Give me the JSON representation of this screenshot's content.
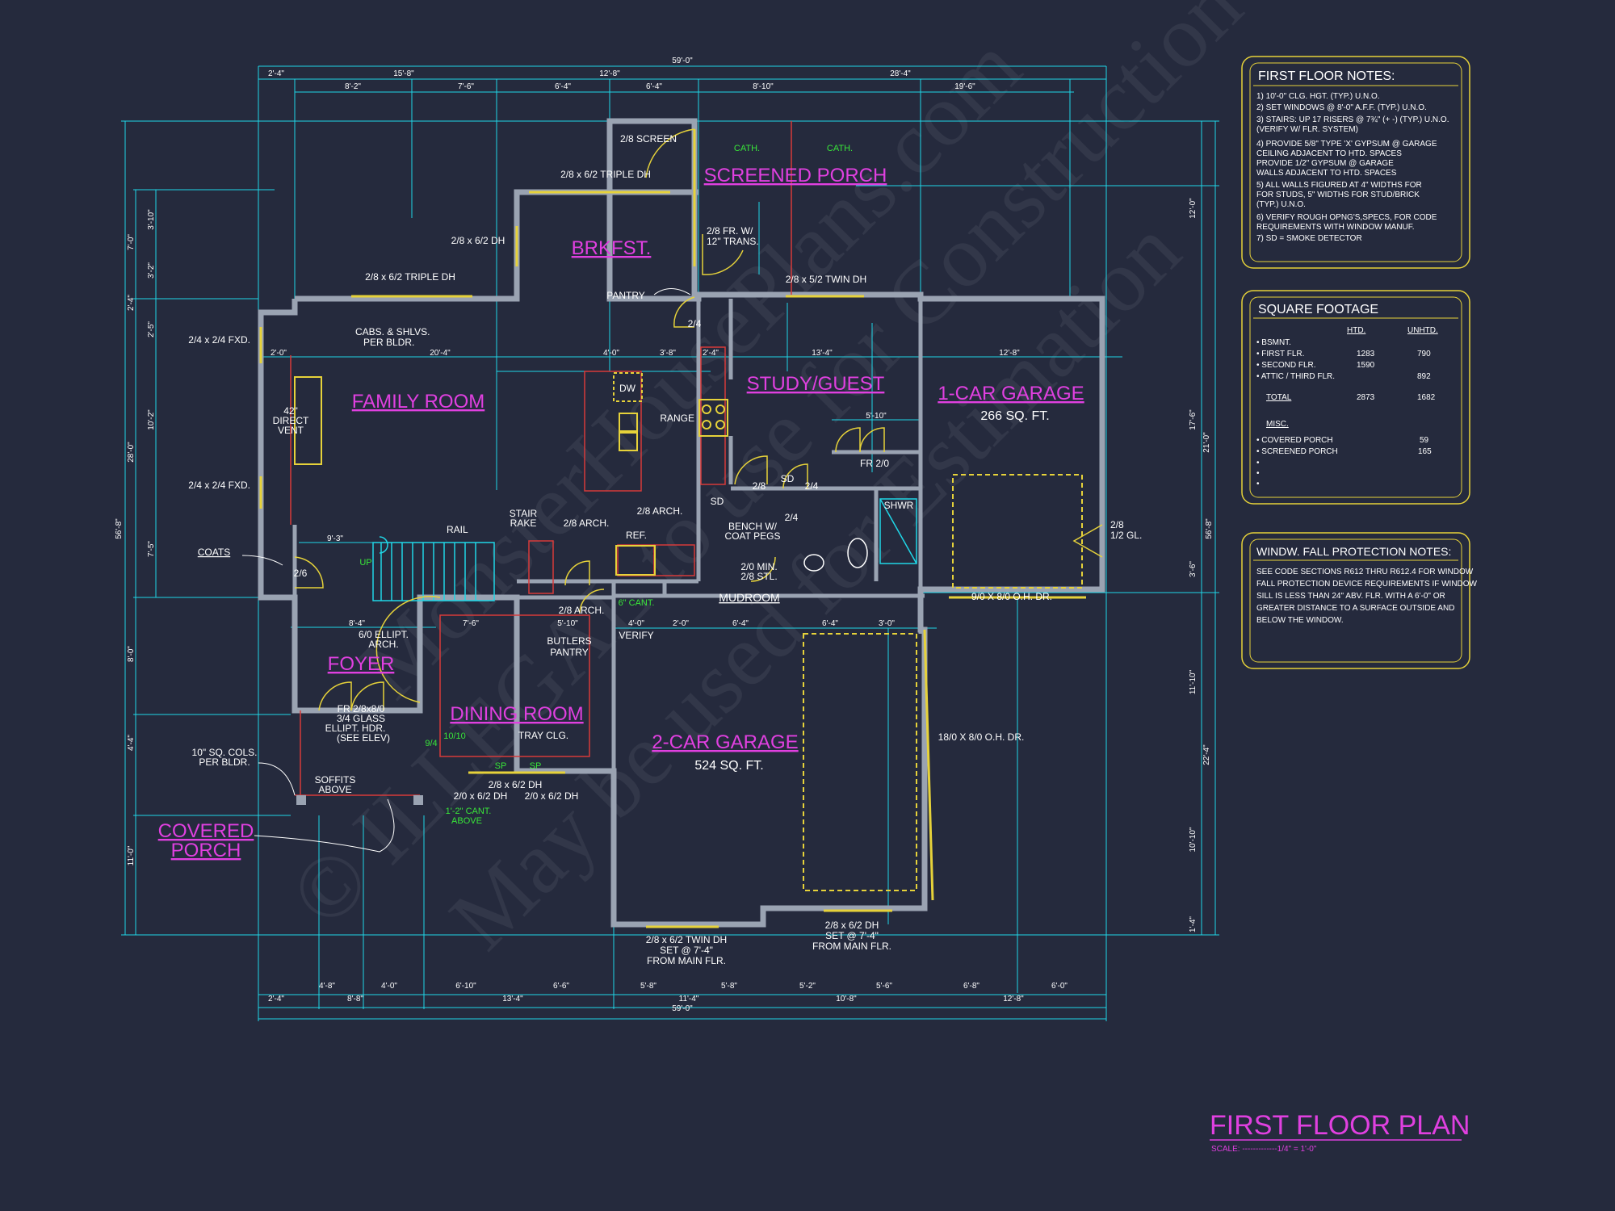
{
  "colors": {
    "background": "#252a3d",
    "wall": "#9aa3b2",
    "dimension": "#20d6e6",
    "room_label": "#e040e0",
    "text": "#ffffff",
    "window": "#e6d23a",
    "accent_red": "#d63a3a",
    "note_green": "#39e639"
  },
  "overall_dims": {
    "top": "59'-0\"",
    "bottom": "59'-0\"",
    "left": "56'-8\"",
    "right": "56'-8\""
  },
  "top_dims_row1": [
    "2'-4\"",
    "15'-8\"",
    "12'-8\"",
    "28'-4\""
  ],
  "top_dims_row2": [
    "8'-2\"",
    "7'-6\"",
    "6'-4\"",
    "6'-4\"",
    "8'-10\"",
    "19'-6\""
  ],
  "bottom_dims_row1": [
    "4'-8\"",
    "4'-0\"",
    "6'-10\"",
    "6'-6\"",
    "5'-8\"",
    "5'-8\"",
    "5'-2\"",
    "5'-6\"",
    "6'-8\"",
    "6'-0\""
  ],
  "bottom_dims_row2": [
    "2'-4\"",
    "8'-8\"",
    "13'-4\"",
    "11'-4\"",
    "10'-8\"",
    "12'-8\""
  ],
  "left_dims_outer": [
    "7'-0\"",
    "2'-4\"",
    "28'-0\"",
    "8'-0\"",
    "11'-0\""
  ],
  "left_dims_inner": [
    "3'-10\"",
    "3'-2\"",
    "2'-5\"",
    "10'-2\"",
    "7'-5\"",
    "4'-4\""
  ],
  "right_dims": [
    "12'-0\"",
    "17'-6\"",
    "21'-0\"",
    "3'-6\"",
    "11'-10\"",
    "22'-4\"",
    "10'-10\"",
    "1'-4\""
  ],
  "rooms": {
    "screened_porch": "SCREENED PORCH",
    "brkfst": "BRKFST.",
    "family_room": "FAMILY ROOM",
    "study_guest": "STUDY/GUEST",
    "garage1": "1-CAR GARAGE",
    "garage1_area": "266 SQ. FT.",
    "foyer": "FOYER",
    "dining_room": "DINING ROOM",
    "garage2": "2-CAR GARAGE",
    "garage2_area": "524 SQ. FT.",
    "mudroom": "MUDROOM",
    "covered_porch_1": "COVERED",
    "covered_porch_2": "PORCH"
  },
  "labels": {
    "screen": "2/8 SCREEN",
    "cath1": "CATH.",
    "cath2": "CATH.",
    "triple_dh_top": "2/8 x 6/2 TRIPLE DH",
    "dh_brk": "2/8 x 6/2 DH",
    "triple_dh_fam": "2/8 x 6/2 TRIPLE DH",
    "fr_trans_1": "2/8 FR. W/",
    "fr_trans_2": "12\" TRANS.",
    "twin_dh_study": "2/8 x 5/2 TWIN DH",
    "pantry": "PANTRY",
    "door_24": "2/4",
    "fxd1": "2/4 x 2/4 FXD.",
    "fxd2": "2/4 x 2/4 FXD.",
    "cabs_1": "CABS. & SHLVS.",
    "cabs_2": "PER BLDR.",
    "vent_1": "42\"",
    "vent_2": "DIRECT",
    "vent_3": "VENT",
    "dw": "DW",
    "range": "RANGE",
    "fr20": "FR 2/0",
    "d28": "2/8",
    "d24b": "2/4",
    "d24c": "2/4",
    "sd1": "SD",
    "sd2": "SD",
    "shwr": "SHWR",
    "gl_1": "2/8",
    "gl_2": "1/2 GL.",
    "coats": "COATS",
    "d26": "2/6",
    "rail": "RAIL",
    "stair_rake_1": "STAIR",
    "stair_rake_2": "RAKE",
    "arch1": "2/8 ARCH.",
    "arch2": "2/8 ARCH.",
    "arch3": "2/8 ARCH.",
    "ref": "REF.",
    "bench_1": "BENCH W/",
    "bench_2": "COAT PEGS",
    "min_1": "2/0 MIN.",
    "min_2": "2/8 STL.",
    "up": "UP",
    "cant6": "6\" CANT.",
    "verify": "VERIFY",
    "ellipt_1": "6/0 ELLIPT.",
    "ellipt_2": "ARCH.",
    "butlers_1": "BUTLERS",
    "butlers_2": "PANTRY",
    "fr_glass_1": "FR 2/8x8/0",
    "fr_glass_2": "3/4 GLASS",
    "fr_glass_3": "ELLIPT. HDR.",
    "fr_glass_4": "(SEE ELEV)",
    "cols_1": "10\" SQ. COLS.",
    "cols_2": "PER BLDR.",
    "soffits_1": "SOFFITS",
    "soffits_2": "ABOVE",
    "tray": "TRAY CLG.",
    "d1010": "10/10",
    "d94": "9/4",
    "sp1": "SP",
    "sp2": "SP",
    "dh_dining": "2/8 x 6/2 DH",
    "dh_210a": "2/0 x 6/2 DH",
    "dh_210b": "2/0 x 6/2 DH",
    "cant12_1": "1'-2\" CANT.",
    "cant12_2": "ABOVE",
    "garage1_door": "9/0 X 8/0 O.H. DR.",
    "garage2_door": "18/0 X 8/0 O.H. DR.",
    "twin_dh_bottom": "2/8 x 6/2 TWIN DH",
    "set_1": "SET @ 7'-4\"",
    "from_1": "FROM MAIN FLR.",
    "dh_bottom2": "2/8 x 6/2 DH",
    "set_2": "SET @ 7'-4\"",
    "from_2": "FROM MAIN FLR."
  },
  "interior_dims": {
    "d_2_0": "2'-0\"",
    "d_20_4": "20'-4\"",
    "d_4_0": "4'-0\"",
    "d_3_8": "3'-8\"",
    "d_2_4": "2'-4\"",
    "d_13_4": "13'-4\"",
    "d_12_8": "12'-8\"",
    "d_5_10": "5'-10\"",
    "d_9_3": "9'-3\"",
    "d_8_4": "8'-4\"",
    "d_7_6": "7'-6\"",
    "d_5_10b": "5'-10\"",
    "d_4_0b": "4'-0\"",
    "d_2_0b": "2'-0\"",
    "d_6_4": "6'-4\"",
    "d_6_4b": "6'-4\"",
    "d_3_0": "3'-0\""
  },
  "notes_panel": {
    "title": "FIRST FLOOR NOTES:",
    "lines": [
      "1) 10'-0\"  CLG. HGT. (TYP.) U.N.O.",
      "2) SET WINDOWS @ 8'-0\" A.F.F. (TYP.) U.N.O.",
      "3) STAIRS: UP 17 RISERS @ 7¾\" (+ -) (TYP.) U.N.O.",
      "   (VERIFY W/ FLR. SYSTEM)",
      "4) PROVIDE 5/8\" TYPE 'X'  GYPSUM @ GARAGE",
      "   CEILING ADJACENT TO HTD. SPACES",
      "   PROVIDE 1/2\" GYPSUM @ GARAGE",
      "   WALLS ADJACENT TO HTD. SPACES",
      "5) ALL WALLS FIGURED AT 4\" WIDTHS FOR",
      "   FOR STUDS, 5\" WIDTHS FOR STUD/BRICK",
      "   (TYP.) U.N.O.",
      "6) VERIFY ROUGH OPNG'S,SPECS, FOR CODE",
      "   REQUIREMENTS WITH WINDOW MANUF.",
      "7) SD = SMOKE DETECTOR"
    ]
  },
  "sqft_panel": {
    "title": "SQUARE FOOTAGE",
    "col_htd": "HTD.",
    "col_unhtd": "UNHTD.",
    "rows": [
      {
        "label": "• BSMNT.",
        "htd": "",
        "unhtd": ""
      },
      {
        "label": "• FIRST FLR.",
        "htd": "1283",
        "unhtd": "790"
      },
      {
        "label": "• SECOND FLR.",
        "htd": "1590",
        "unhtd": ""
      },
      {
        "label": "• ATTIC / THIRD FLR.",
        "htd": "",
        "unhtd": "892"
      },
      {
        "label": "TOTAL",
        "htd": "2873",
        "unhtd": "1682"
      }
    ],
    "misc_title": "MISC.",
    "misc_rows": [
      {
        "label": "• COVERED PORCH",
        "value": "59"
      },
      {
        "label": "• SCREENED PORCH",
        "value": "165"
      },
      {
        "label": "•",
        "value": ""
      },
      {
        "label": "•",
        "value": ""
      },
      {
        "label": "•",
        "value": ""
      }
    ]
  },
  "fall_panel": {
    "title": "WINDW. FALL PROTECTION NOTES:",
    "lines": [
      "SEE CODE SECTIONS R612 THRU R612.4 FOR WINDOW",
      "FALL PROTECTION DEVICE REQUIREMENTS IF WINDOW",
      "SILL IS LESS THAN 24\" ABV. FLR. WITH A 6'-0\" OR",
      "GREATER DISTANCE TO A SURFACE OUTSIDE AND",
      "BELOW THE WINDOW."
    ]
  },
  "plan_title": "FIRST FLOOR PLAN",
  "plan_scale": "SCALE: -------------1/4\" = 1'-0\"",
  "watermark": [
    "© ILLEGAL to use for Construction",
    "May be used for Estimation",
    "MonsterHousePlans.com"
  ]
}
